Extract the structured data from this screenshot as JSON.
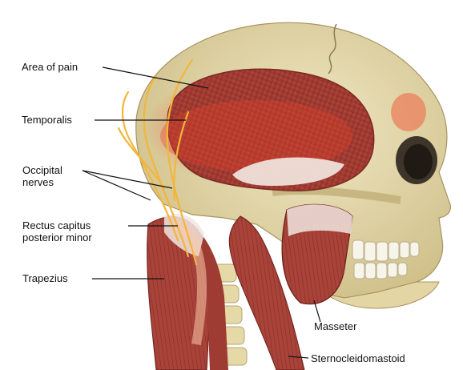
{
  "labels": {
    "area_of_pain": "Area of pain",
    "temporalis": "Temporalis",
    "occipital_line1": "Occipital",
    "occipital_line2": "nerves",
    "rectus_line1": "Rectus capitus",
    "rectus_line2": "posterior minor",
    "trapezius": "Trapezius",
    "masseter": "Masseter",
    "sternocleidomastoid": "Sternocleidomastoid"
  },
  "colors": {
    "background": "#ffffff",
    "skull": "#e8dcae",
    "muscle": "#b3433a",
    "muscle_dark": "#8a2c27",
    "pain": "#e8432c",
    "tendon": "#f1e6e0",
    "nerve": "#f3b63a",
    "teeth": "#f7f4ea"
  }
}
